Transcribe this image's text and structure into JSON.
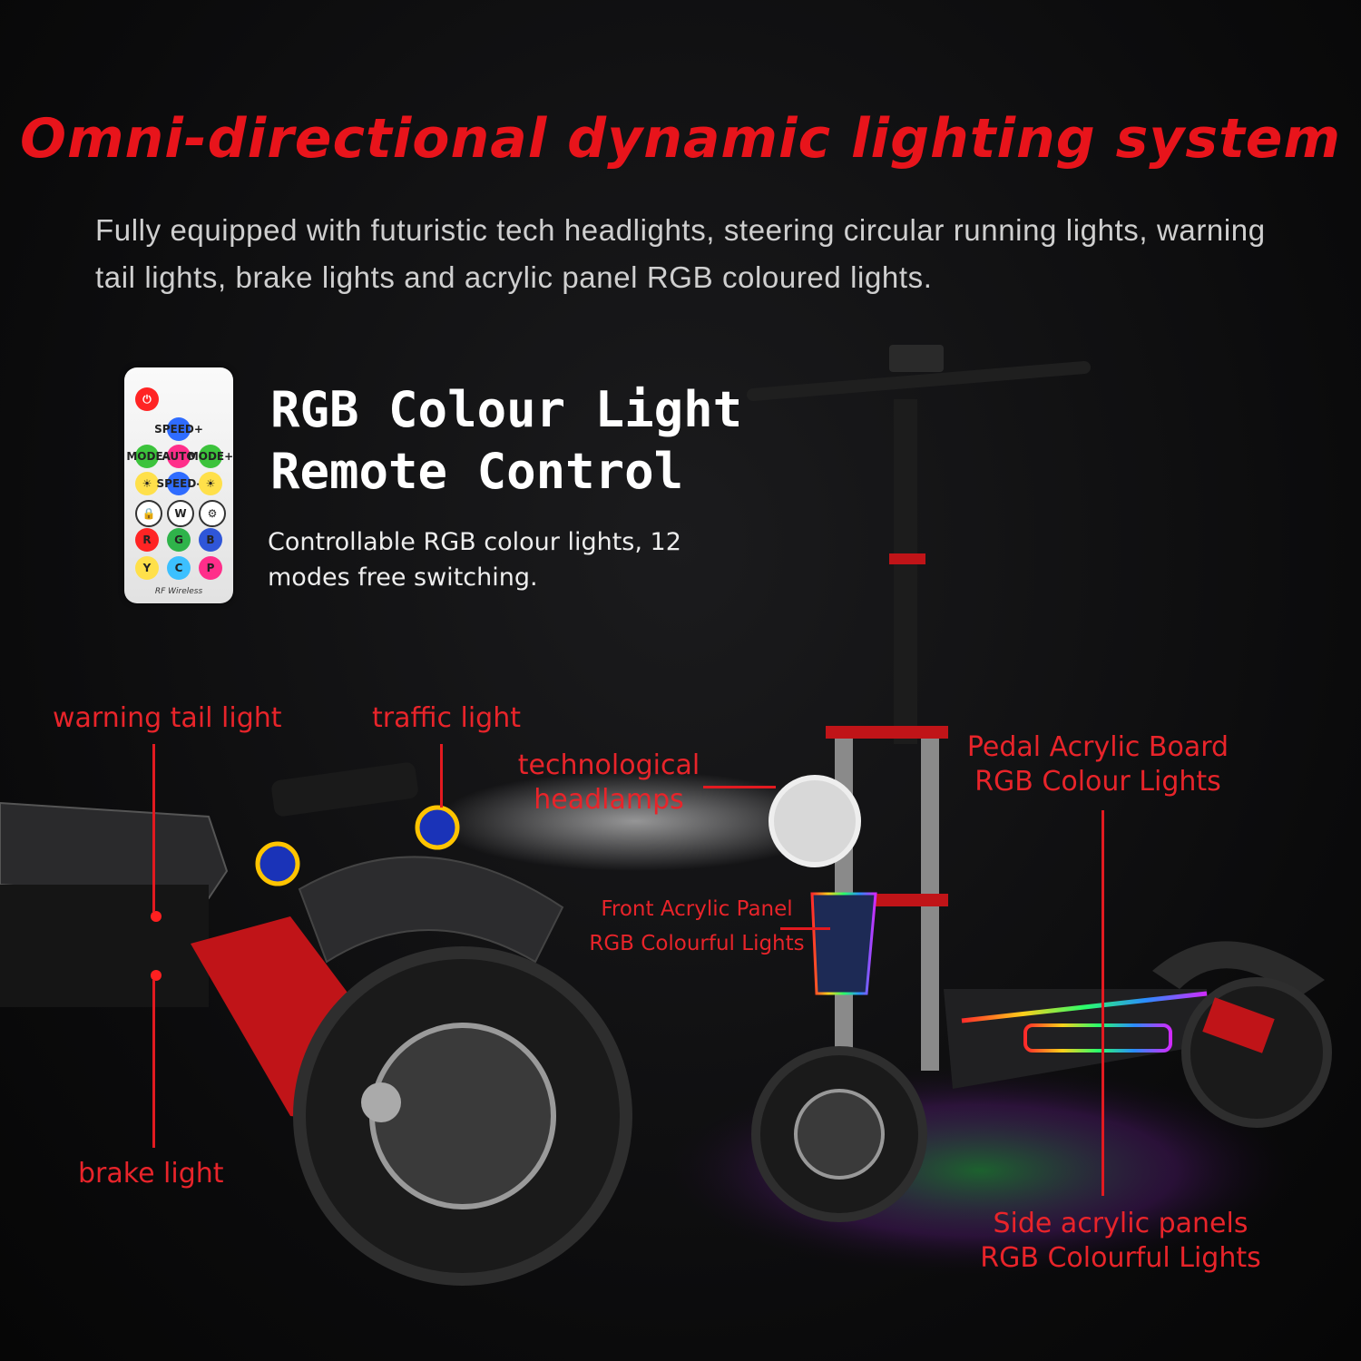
{
  "headline": "Omni-directional dynamic lighting system",
  "description": "Fully equipped with futuristic tech headlights, steering circular running lights, warning tail lights, brake lights and acrylic panel RGB coloured lights.",
  "remote_feature": {
    "title_line1": "RGB Colour Light",
    "title_line2": "Remote Control",
    "description": "Controllable RGB colour lights, 12 modes free switching."
  },
  "remote": {
    "power_icon": "power-icon",
    "buttons": [
      "SPEED+",
      "MODE-",
      "AUTO",
      "MODE+",
      "☀",
      "SPEED-",
      "☀",
      "🔒",
      "W",
      "⚙",
      "R",
      "G",
      "B",
      "Y",
      "C",
      "P"
    ],
    "wireless_label": "RF Wireless"
  },
  "callouts": {
    "warning_tail_light": "warning tail light",
    "traffic_light": "traffic light",
    "technological_headlamps_line1": "technological",
    "technological_headlamps_line2": "headlamps",
    "front_acrylic_line1": "Front Acrylic Panel",
    "front_acrylic_line2": "RGB Colourful Lights",
    "pedal_board_line1": "Pedal Acrylic Board",
    "pedal_board_line2": "RGB Colour Lights",
    "brake_light": "brake light",
    "side_panels_line1": "Side acrylic panels",
    "side_panels_line2": "RGB Colourful Lights"
  },
  "colors": {
    "accent_red": "#e8141b",
    "background": "#0b0b0c"
  }
}
